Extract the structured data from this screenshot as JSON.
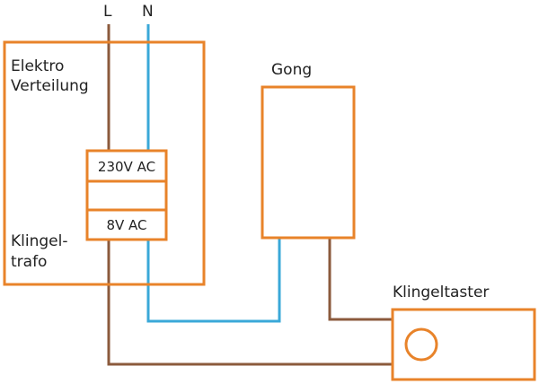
{
  "colors": {
    "box": "#e8832a",
    "live": "#8b5a3c",
    "neutral": "#3aa8d8",
    "text": "#222222"
  },
  "terminals": {
    "live": "L",
    "neutral": "N"
  },
  "distribution_board": {
    "label_line1": "Elektro",
    "label_line2": "Verteilung",
    "transformer_label_line1": "Klingel-",
    "transformer_label_line2": "trafo"
  },
  "transformer": {
    "primary": "230V AC",
    "secondary": "8V AC"
  },
  "gong": {
    "label": "Gong"
  },
  "button": {
    "label": "Klingeltaster"
  }
}
